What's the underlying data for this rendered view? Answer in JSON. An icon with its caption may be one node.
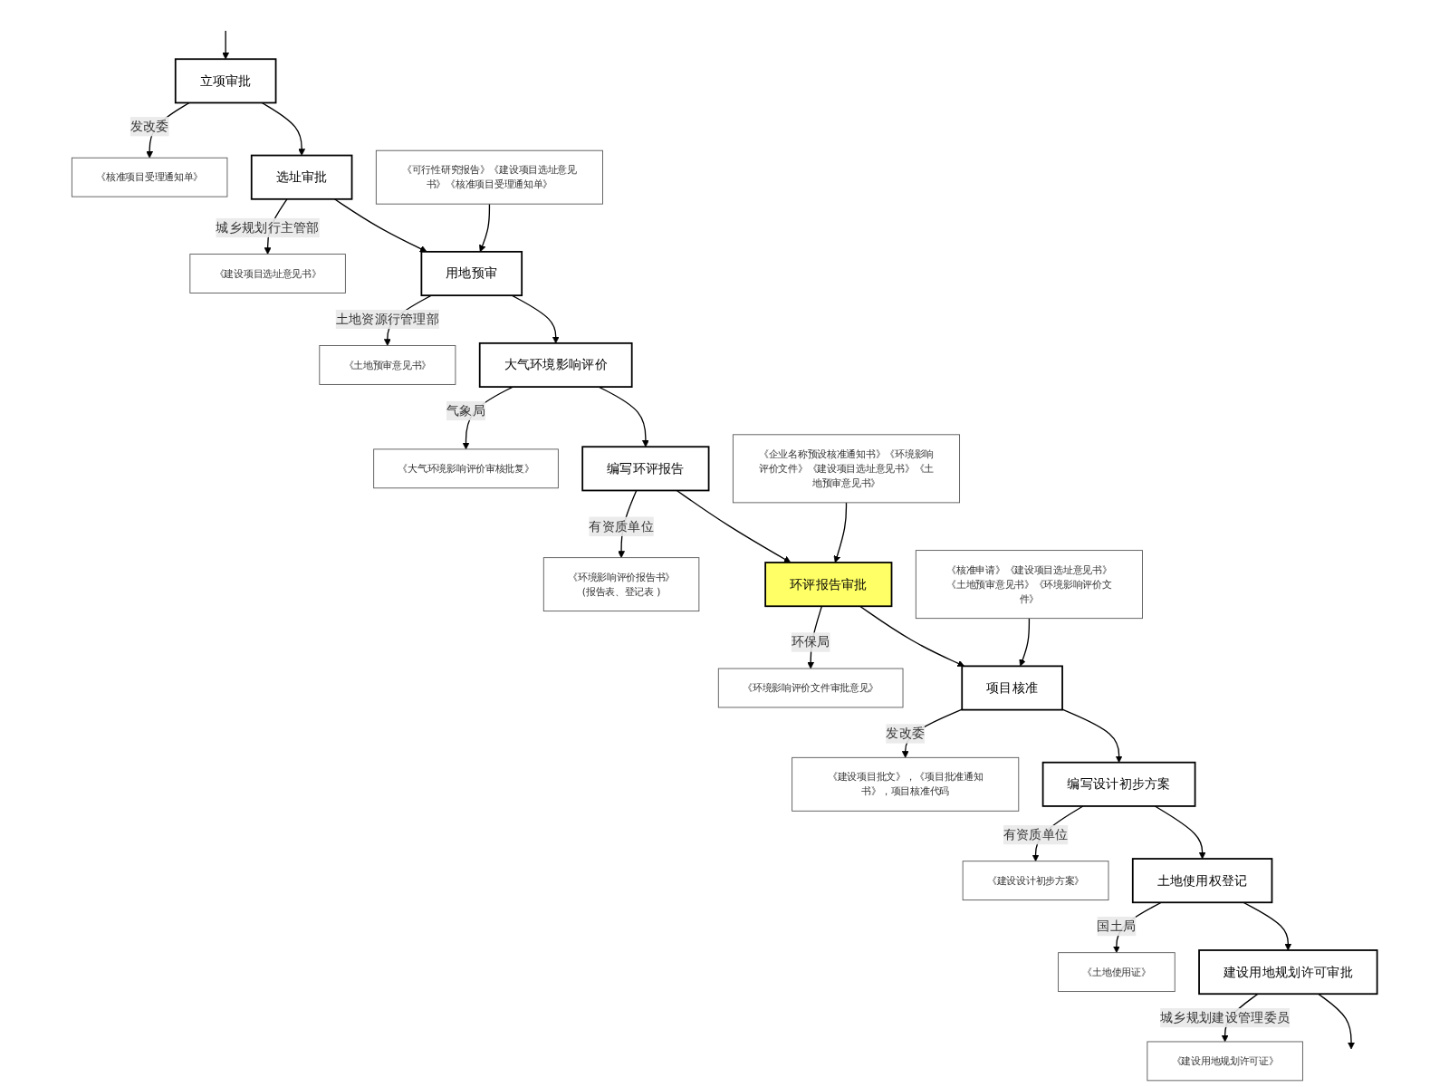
{
  "diagram": {
    "nodes": [
      {
        "text": [
          "立项审批"
        ]
      },
      {
        "text": [
          "《核准项目受理通知单》"
        ]
      },
      {
        "text": [
          "选址审批"
        ]
      },
      {
        "text": [
          "《建设项目选址意见书》"
        ]
      },
      {
        "text": [
          "《可行性研究报告》《建设项目选址意见书》《核准项目受理通知单》"
        ]
      },
      {
        "text": [
          "用地预审"
        ]
      },
      {
        "text": [
          "《土地预审意见书》"
        ]
      },
      {
        "text": [
          "大气环境影响评价"
        ]
      },
      {
        "text": [
          "《大气环境影响评价审核批复》"
        ]
      },
      {
        "text": [
          "编写环评报告"
        ]
      },
      {
        "text": [
          "《环境影响评价报告书》",
          "(报告表、登记表 )"
        ]
      },
      {
        "text": [
          "《企业名称预设核准通知书》《环境影响评价文件》《建设项目选址意见书》《土地预审意见书》"
        ]
      },
      {
        "text": [
          "环评报告审批"
        ]
      },
      {
        "text": [
          "《环境影响评价文件审批意见》"
        ]
      },
      {
        "text": [
          "《核准申请》《建设项目选址意见书》《土地预审意见书》《环境影响评价文件》"
        ]
      },
      {
        "text": [
          "项目核准"
        ]
      },
      {
        "text": [
          "《建设项目批文》，《项目批准通知书》，项目核准代码"
        ]
      },
      {
        "text": [
          "编写设计初步方案"
        ]
      },
      {
        "text": [
          "《建设设计初步方案》"
        ]
      },
      {
        "text": [
          "土地使用权登记"
        ]
      },
      {
        "text": [
          "《土地使用证》"
        ]
      },
      {
        "text": [
          "建设用地规划许可审批"
        ]
      },
      {
        "text": [
          "《建设用地规划许可证》"
        ]
      }
    ],
    "edges": [
      {
        "from": null,
        "to": 0,
        "arrow": "to"
      },
      {
        "from": 0,
        "to": 1,
        "arrow": "to",
        "label": "发改委"
      },
      {
        "from": 0,
        "to": 2,
        "arrow": "to"
      },
      {
        "from": 2,
        "to": 3,
        "arrow": "to",
        "label": "城乡规划行主管部"
      },
      {
        "from": 2,
        "to": 5,
        "arrow": "to"
      },
      {
        "from": 4,
        "to": 5,
        "arrow": "to"
      },
      {
        "from": 5,
        "to": 6,
        "arrow": "to",
        "label": "土地资源行管理部"
      },
      {
        "from": 5,
        "to": 7,
        "arrow": "to"
      },
      {
        "from": 7,
        "to": 8,
        "arrow": "to",
        "label": "气象局"
      },
      {
        "from": 7,
        "to": 9,
        "arrow": "to"
      },
      {
        "from": 9,
        "to": 10,
        "arrow": "to",
        "label": "有资质单位"
      },
      {
        "from": 9,
        "to": 12,
        "arrow": "to"
      },
      {
        "from": 11,
        "to": 12,
        "arrow": "to"
      },
      {
        "from": 12,
        "to": 13,
        "arrow": "to",
        "label": "环保局"
      },
      {
        "from": 12,
        "to": 15,
        "arrow": "to"
      },
      {
        "from": 14,
        "to": 15,
        "arrow": "to"
      },
      {
        "from": 15,
        "to": 16,
        "arrow": "to",
        "label": "发改委"
      },
      {
        "from": 15,
        "to": 17,
        "arrow": "to"
      },
      {
        "from": 17,
        "to": 18,
        "arrow": "to",
        "label": "有资质单位"
      },
      {
        "from": 17,
        "to": 19,
        "arrow": "to"
      },
      {
        "from": 19,
        "to": 20,
        "arrow": "to",
        "label": "国土局"
      },
      {
        "from": 19,
        "to": 21,
        "arrow": "to"
      },
      {
        "from": 21,
        "to": 22,
        "arrow": "to",
        "label": "城乡规划建设管理委员"
      },
      {
        "from": 21,
        "to": null,
        "arrow": "to"
      }
    ]
  }
}
